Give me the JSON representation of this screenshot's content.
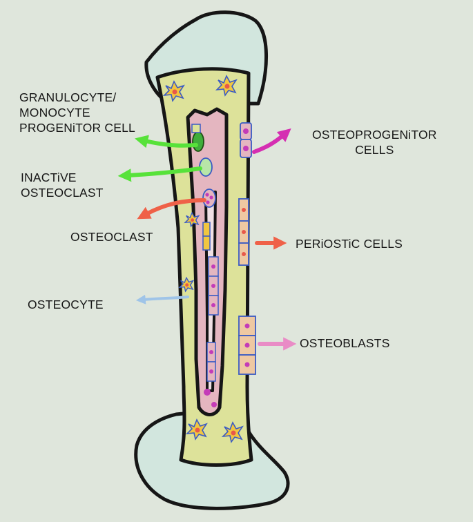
{
  "labels": {
    "granulocyte": [
      "GRANULOCYTE/",
      "MONOCYTE",
      "PROGENiTOR CELL"
    ],
    "inactive_osteoclast": [
      "INACTiVE",
      "OSTEOCLAST"
    ],
    "osteoclast": "OSTEOCLAST",
    "osteocyte": "OSTEOCYTE",
    "osteoprogenitor": [
      "OSTEOPROGENiTOR",
      "CELLS"
    ],
    "periostic": "PERiOSTiC CELLS",
    "osteoblasts": "OSTEOBLASTS"
  },
  "colors": {
    "background": "#dfe6dc",
    "bone_outline": "#161616",
    "epiphysis_fill": "#d2e6de",
    "cortex_fill": "#dde29a",
    "marrow_fill": "#e4b6c0",
    "osteoblast_fill": "#eec8a2",
    "cell_outline": "#3a5bc4",
    "nucleus": "#c43bb8",
    "arrow_green": "#57e23a",
    "arrow_magenta": "#d52fb2",
    "arrow_red": "#ef6148",
    "arrow_blue": "#9fc4e8",
    "arrow_pink": "#e98cc6"
  }
}
